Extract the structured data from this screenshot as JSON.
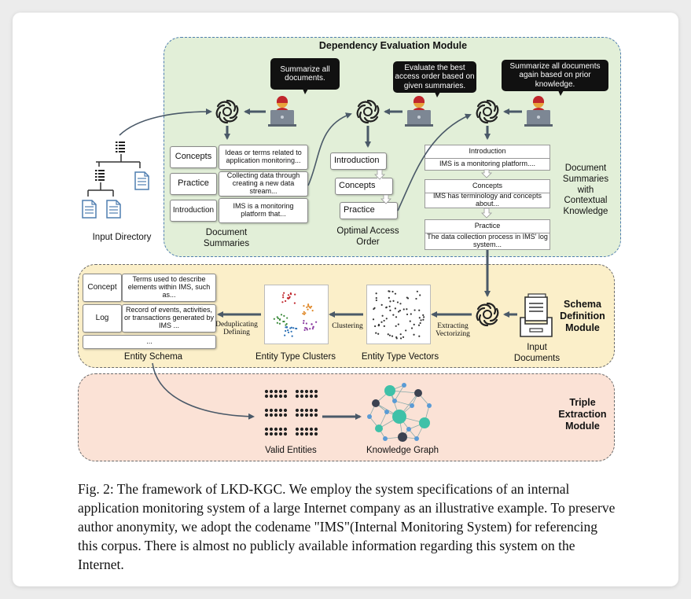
{
  "modules": {
    "dependency": "Dependency Evaluation Module",
    "schema": "Schema Definition Module",
    "triple": "Triple Extraction Module",
    "contextual": "Document Summaries with Contextual Knowledge"
  },
  "prompts": {
    "summarize": "Summarize all documents.",
    "evaluate": "Evaluate the best access order based on given summaries.",
    "resummarize": "Summarize all documents again based on prior knowledge."
  },
  "input_directory": "Input Directory",
  "doc_summaries": {
    "label": "Document Summaries",
    "rows": [
      {
        "name": "Concepts",
        "text": "Ideas or terms related to application monitoring..."
      },
      {
        "name": "Practice",
        "text": "Collecting data through creating a new data stream..."
      },
      {
        "name": "Introduction",
        "text": "IMS is a monitoring platform that..."
      }
    ]
  },
  "access_order": {
    "label": "Optimal Access Order",
    "items": [
      "Introduction",
      "Concepts",
      "Practice"
    ]
  },
  "contextual_summaries": [
    {
      "name": "Introduction",
      "text": "IMS is a monitoring platform...."
    },
    {
      "name": "Concepts",
      "text": "IMS has terminology and concepts about..."
    },
    {
      "name": "Practice",
      "text": "The data collection process in IMS' log system..."
    }
  ],
  "entity_schema": {
    "label": "Entity Schema",
    "rows": [
      {
        "name": "Concept",
        "text": "Terms used to describe elements within IMS, such as..."
      },
      {
        "name": "Log",
        "text": "Record of events, activities, or transactions generated by IMS ..."
      },
      {
        "name": "",
        "text": "..."
      }
    ]
  },
  "steps": {
    "dedup": "Deduplicating Defining",
    "clustering": "Clustering",
    "extracting": "Extracting Vectorizing"
  },
  "labels": {
    "clusters": "Entity Type Clusters",
    "vectors": "Entity Type Vectors",
    "input_docs": "Input Documents",
    "valid_entities": "Valid Entities",
    "knowledge_graph": "Knowledge Graph"
  },
  "caption": "Fig. 2: The framework of LKD-KGC. We employ the system specifications of an internal application monitoring system of a large Internet company as an illustrative example. To preserve author anonymity, we adopt the codename \"IMS\"(Internal Monitoring System) for referencing this corpus. There is almost no publicly available information regarding this system on the Internet.",
  "colors": {
    "dep_bg": "#e2efd8",
    "schema_bg": "#fbefc9",
    "triple_bg": "#fbe2d6",
    "dep_border": "#4f7eb0",
    "arrow": "#4a5968",
    "graph_teal": "#3fc1a8",
    "graph_dark": "#3c4250",
    "graph_blue": "#5b9bd5"
  },
  "icons": [
    "openai-logo-icon",
    "user-laptop-icon",
    "document-icon",
    "folder-tree-icon",
    "document-tray-icon"
  ]
}
